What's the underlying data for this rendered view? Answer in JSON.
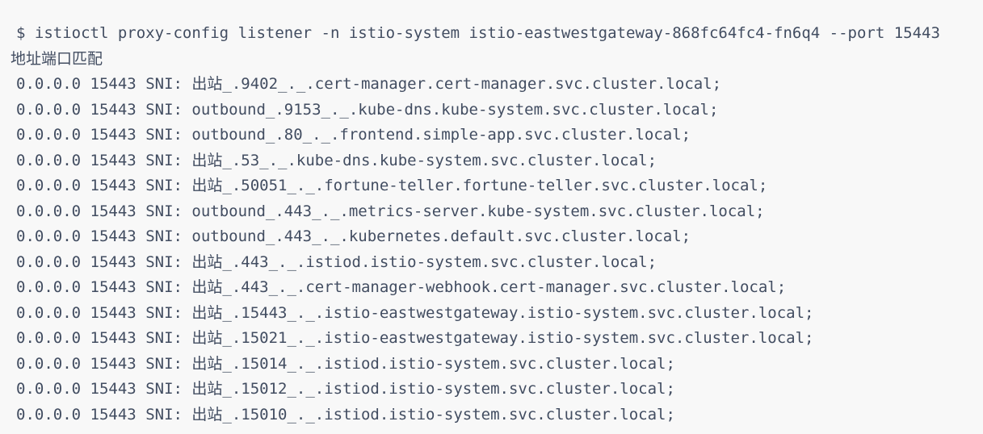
{
  "colors": {
    "background": "#f8f8f8",
    "text": "#424d61"
  },
  "terminal": {
    "prompt": "$",
    "command": "istioctl proxy-config listener -n istio-system istio-eastwestgateway-868fc64fc4-fn6q4 --port 15443",
    "output_header": "地址端口匹配",
    "rows": [
      {
        "address": "0.0.0.0",
        "port": "15443",
        "match": "SNI: 出站_.9402_._.cert-manager.cert-manager.svc.cluster.local;"
      },
      {
        "address": "0.0.0.0",
        "port": "15443",
        "match": "SNI: outbound_.9153_._.kube-dns.kube-system.svc.cluster.local;"
      },
      {
        "address": "0.0.0.0",
        "port": "15443",
        "match": "SNI: outbound_.80_._.frontend.simple-app.svc.cluster.local;"
      },
      {
        "address": "0.0.0.0",
        "port": "15443",
        "match": "SNI: 出站_.53_._.kube-dns.kube-system.svc.cluster.local;"
      },
      {
        "address": "0.0.0.0",
        "port": "15443",
        "match": "SNI: 出站_.50051_._.fortune-teller.fortune-teller.svc.cluster.local;"
      },
      {
        "address": "0.0.0.0",
        "port": "15443",
        "match": "SNI: outbound_.443_._.metrics-server.kube-system.svc.cluster.local;"
      },
      {
        "address": "0.0.0.0",
        "port": "15443",
        "match": "SNI: outbound_.443_._.kubernetes.default.svc.cluster.local;"
      },
      {
        "address": "0.0.0.0",
        "port": "15443",
        "match": "SNI: 出站_.443_._.istiod.istio-system.svc.cluster.local;"
      },
      {
        "address": "0.0.0.0",
        "port": "15443",
        "match": "SNI: 出站_.443_._.cert-manager-webhook.cert-manager.svc.cluster.local;"
      },
      {
        "address": "0.0.0.0",
        "port": "15443",
        "match": "SNI: 出站_.15443_._.istio-eastwestgateway.istio-system.svc.cluster.local;"
      },
      {
        "address": "0.0.0.0",
        "port": "15443",
        "match": "SNI: 出站_.15021_._.istio-eastwestgateway.istio-system.svc.cluster.local;"
      },
      {
        "address": "0.0.0.0",
        "port": "15443",
        "match": "SNI: 出站_.15014_._.istiod.istio-system.svc.cluster.local;"
      },
      {
        "address": "0.0.0.0",
        "port": "15443",
        "match": "SNI: 出站_.15012_._.istiod.istio-system.svc.cluster.local;"
      },
      {
        "address": "0.0.0.0",
        "port": "15443",
        "match": "SNI: 出站_.15010_._.istiod.istio-system.svc.cluster.local;"
      }
    ]
  }
}
